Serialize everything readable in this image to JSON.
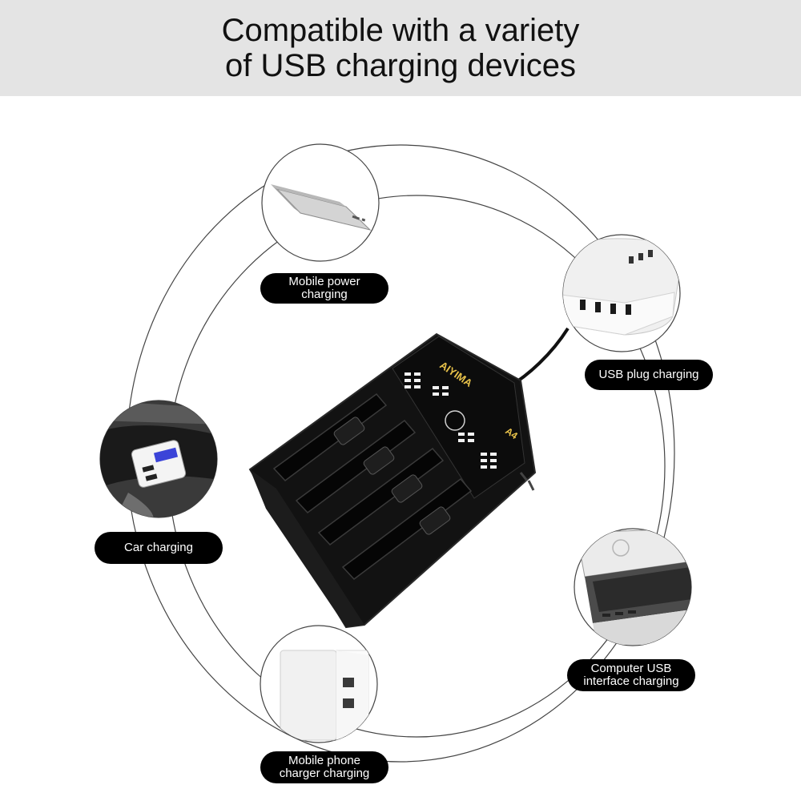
{
  "banner": {
    "line1": "Compatible with a variety",
    "line2": "of USB charging devices"
  },
  "product": {
    "brand": "AIYIMA",
    "model": "A4"
  },
  "labels": {
    "mobile_power": [
      "Mobile power",
      "charging"
    ],
    "usb_plug": "USB plug charging",
    "car": "Car charging",
    "computer": [
      "Computer USB",
      "interface charging"
    ],
    "phone_charger": [
      "Mobile phone",
      "charger charging"
    ]
  },
  "icons": {
    "power_bank": "power-bank-icon",
    "usb_power_strip": "usb-power-strip-icon",
    "car_charger": "car-charger-icon",
    "laptop": "laptop-icon",
    "wall_charger": "wall-charger-icon"
  },
  "colors": {
    "banner_bg": "#e4e4e4",
    "pill_bg": "#000000",
    "pill_text": "#ffffff",
    "charger_body": "#141414",
    "led_text": "#e8c24a"
  }
}
